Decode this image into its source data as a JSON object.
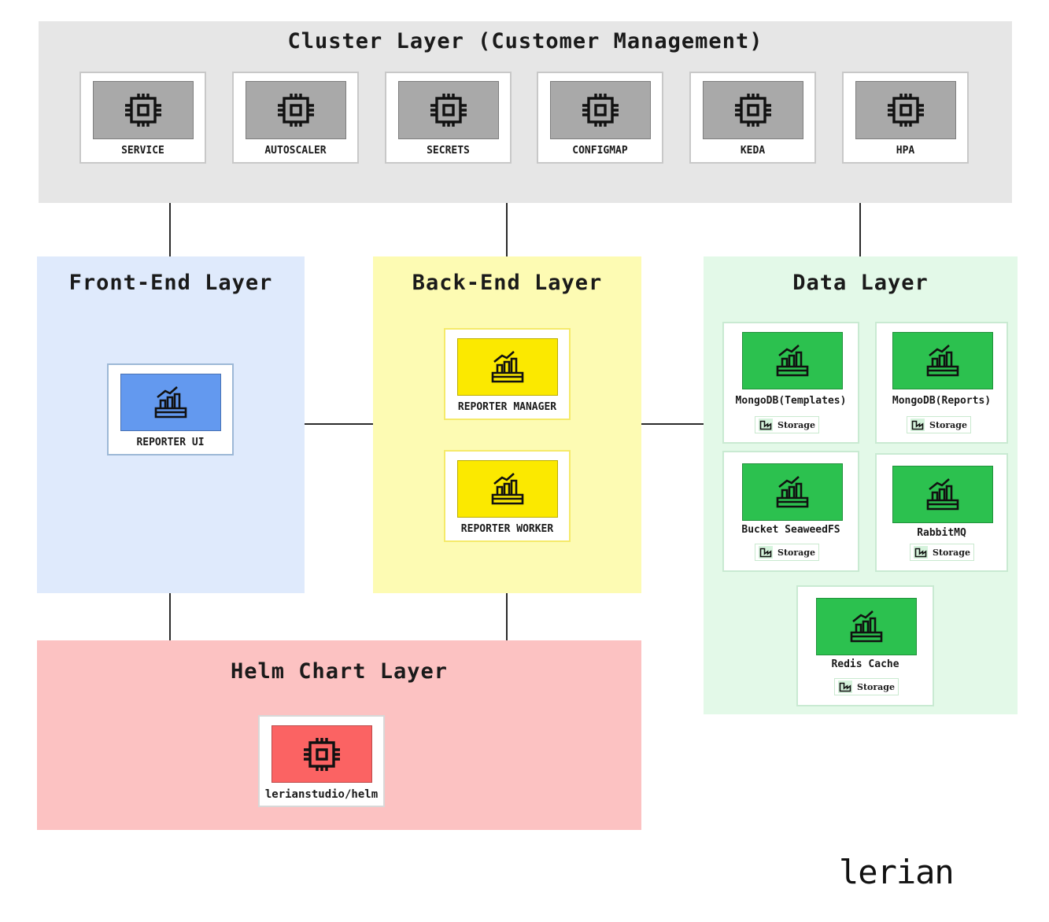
{
  "cluster": {
    "title": "Cluster Layer (Customer Management)",
    "items": [
      {
        "label": "SERVICE",
        "icon": "chip-icon"
      },
      {
        "label": "AUTOSCALER",
        "icon": "chip-icon"
      },
      {
        "label": "SECRETS",
        "icon": "chip-icon"
      },
      {
        "label": "CONFIGMAP",
        "icon": "chip-icon"
      },
      {
        "label": "KEDA",
        "icon": "chip-icon"
      },
      {
        "label": "HPA",
        "icon": "chip-icon"
      }
    ]
  },
  "frontend": {
    "title": "Front-End Layer",
    "items": [
      {
        "label": "REPORTER UI",
        "icon": "chart-factory-icon"
      }
    ]
  },
  "backend": {
    "title": "Back-End Layer",
    "items": [
      {
        "label": "REPORTER MANAGER",
        "icon": "chart-factory-icon"
      },
      {
        "label": "REPORTER WORKER",
        "icon": "chart-factory-icon"
      }
    ]
  },
  "data": {
    "title": "Data Layer",
    "items": [
      {
        "label": "MongoDB(Templates)",
        "badge": "Storage",
        "icon": "chart-factory-icon"
      },
      {
        "label": "MongoDB(Reports)",
        "badge": "Storage",
        "icon": "chart-factory-icon"
      },
      {
        "label": "Bucket SeaweedFS",
        "badge": "Storage",
        "icon": "chart-factory-icon"
      },
      {
        "label": "RabbitMQ",
        "badge": "Storage",
        "icon": "chart-factory-icon"
      },
      {
        "label": "Redis Cache",
        "badge": "Storage",
        "icon": "chart-factory-icon"
      }
    ]
  },
  "helm": {
    "title": "Helm Chart Layer",
    "items": [
      {
        "label": "lerianstudio/helm",
        "icon": "chip-icon"
      }
    ]
  },
  "brand": {
    "logo_text": "lerian"
  },
  "colors": {
    "cluster_bg": "#e6e6e6",
    "tile_grey": "#a9a9a9",
    "frontend_bg": "#dfeafc",
    "frontend_tile": "#6399ef",
    "backend_bg": "#fdfbb3",
    "backend_tile": "#fbe900",
    "data_bg": "#e3f9e8",
    "data_tile": "#2cc14f",
    "helm_bg": "#fcc2c2",
    "helm_tile": "#fb6363"
  }
}
